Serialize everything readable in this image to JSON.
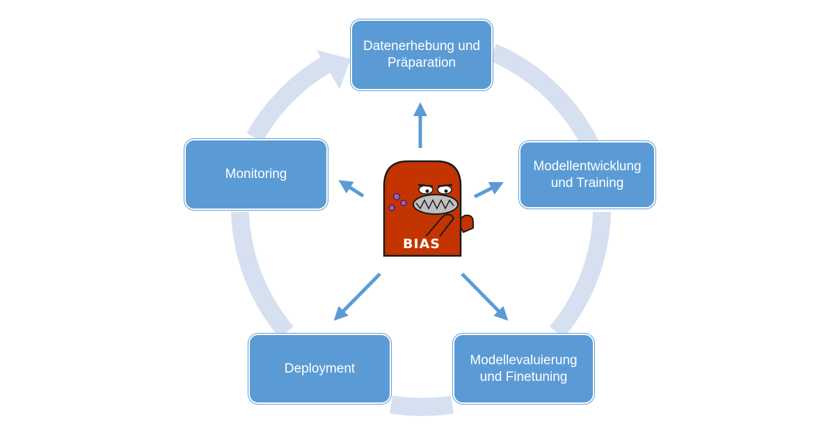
{
  "stages": [
    {
      "id": "data-collection",
      "label": "Datenerhebung und\nPräparation"
    },
    {
      "id": "model-development",
      "label": "Modellentwicklung\nund Training"
    },
    {
      "id": "model-evaluation",
      "label": "Modellevaluierung\nund Finetuning"
    },
    {
      "id": "deployment",
      "label": "Deployment"
    },
    {
      "id": "monitoring",
      "label": "Monitoring"
    }
  ],
  "center": {
    "label": "BIAS",
    "icon": "bias-monster-icon"
  },
  "colors": {
    "stage_fill": "#5b9bd5",
    "cycle_ring": "#d6e0f0",
    "pointer_arrow": "#5b9bd5",
    "monster_body": "#c33400",
    "monster_outline": "#1a1a1a",
    "monster_spots": "#9b59d0"
  }
}
